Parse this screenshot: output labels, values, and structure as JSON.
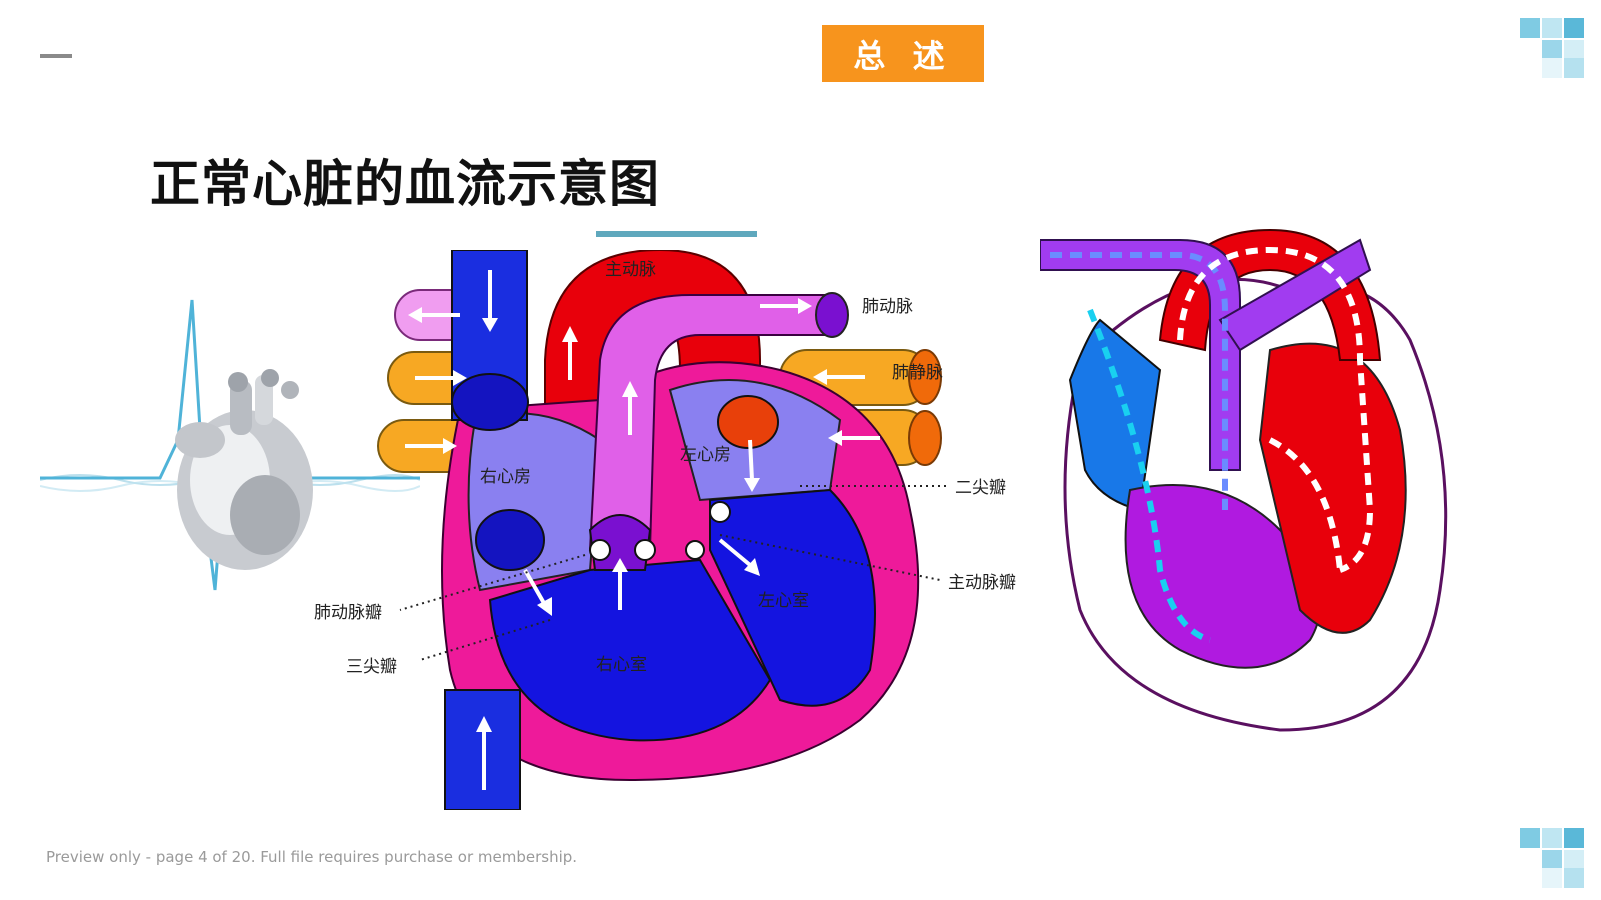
{
  "header": {
    "badge": "总 述"
  },
  "slide": {
    "title": "正常心脏的血流示意图"
  },
  "diagram": {
    "labels": {
      "aorta": "主动脉",
      "pulmonary_artery": "肺动脉",
      "pulmonary_vein": "肺静脉",
      "left_atrium": "左心房",
      "right_atrium": "右心房",
      "mitral_valve": "二尖瓣",
      "aortic_valve": "主动脉瓣",
      "pulmonary_valve": "肺动脉瓣",
      "tricuspid_valve": "三尖瓣",
      "left_ventricle": "左心室",
      "right_ventricle": "右心室"
    }
  },
  "footer": {
    "text": "Preview only - page 4 of 20. Full file requires purchase or membership."
  },
  "colors": {
    "accent": "#f7941d",
    "rule": "#5fa8bd",
    "vein_blue": "#1a2ee0",
    "artery_red": "#e8000b",
    "pink": "#ee1a9a",
    "purple": "#a13cf0",
    "orange": "#f7a823"
  }
}
